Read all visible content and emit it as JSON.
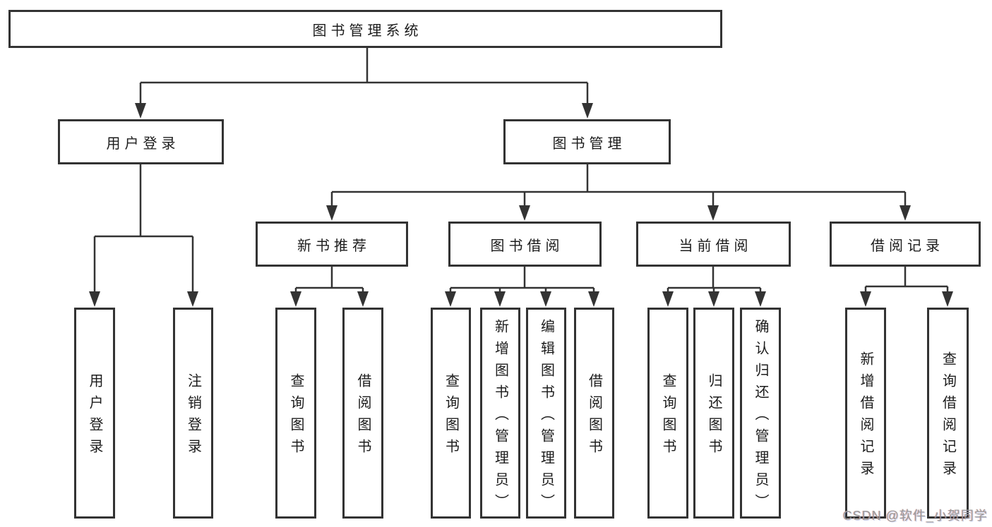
{
  "diagram": {
    "root": {
      "label": "图书管理系统"
    },
    "level2": [
      {
        "id": "user-login",
        "label": "用户登录"
      },
      {
        "id": "book-management",
        "label": "图书管理"
      }
    ],
    "level3": [
      {
        "id": "new-book-recommend",
        "parent": "图书管理",
        "label": "新书推荐"
      },
      {
        "id": "book-borrow",
        "parent": "图书管理",
        "label": "图书借阅"
      },
      {
        "id": "current-borrow",
        "parent": "图书管理",
        "label": "当前借阅"
      },
      {
        "id": "borrow-records",
        "parent": "图书管理",
        "label": "借阅记录"
      }
    ],
    "leaves": [
      {
        "parent": "用户登录",
        "label": "用户登录"
      },
      {
        "parent": "用户登录",
        "label": "注销登录"
      },
      {
        "parent": "新书推荐",
        "label": "查询图书"
      },
      {
        "parent": "新书推荐",
        "label": "借阅图书"
      },
      {
        "parent": "图书借阅",
        "label": "查询图书"
      },
      {
        "parent": "图书借阅",
        "label": "新增图书（管理员）"
      },
      {
        "parent": "图书借阅",
        "label": "编辑图书（管理员）"
      },
      {
        "parent": "图书借阅",
        "label": "借阅图书"
      },
      {
        "parent": "当前借阅",
        "label": "查询图书"
      },
      {
        "parent": "当前借阅",
        "label": "归还图书"
      },
      {
        "parent": "当前借阅",
        "label": "确认归还（管理员）"
      },
      {
        "parent": "借阅记录",
        "label": "新增借阅记录"
      },
      {
        "parent": "借阅记录",
        "label": "查询借阅记录"
      }
    ],
    "watermark": "CSDN @软件_小贺同学",
    "colors": {
      "line": "#333333",
      "box_border": "#333333",
      "text": "#1c1c1c",
      "watermark": "#9b9b9b",
      "background": "#ffffff"
    }
  }
}
